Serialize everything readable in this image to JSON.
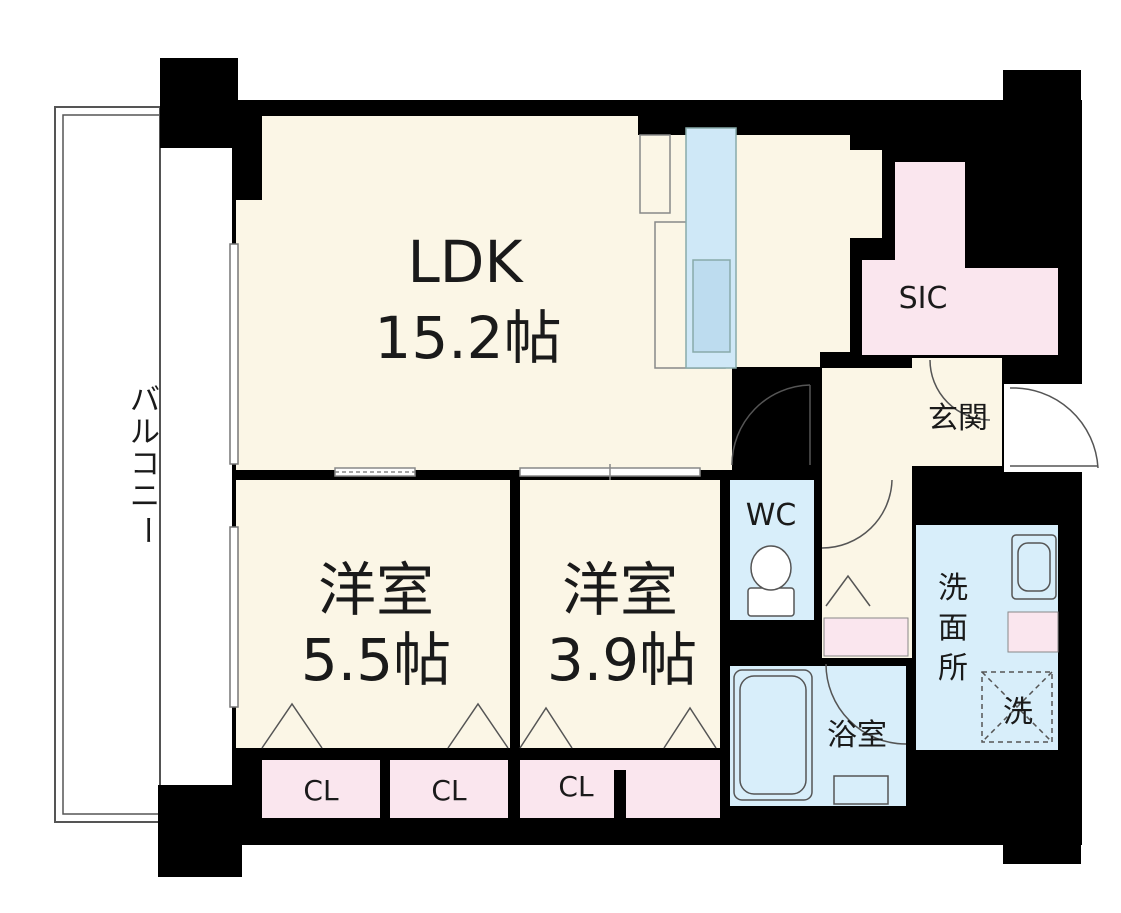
{
  "rooms": {
    "ldk": {
      "name": "LDK",
      "size": "15.2帖"
    },
    "western1": {
      "name": "洋室",
      "size": "5.5帖"
    },
    "western2": {
      "name": "洋室",
      "size": "3.9帖"
    },
    "sic": "SIC",
    "entrance": "玄関",
    "wc": "WC",
    "bath": "浴室",
    "washroom": [
      "洗",
      "面",
      "所"
    ],
    "laundry": "洗",
    "balcony": [
      "バ",
      "ル",
      "コ",
      "ニ",
      "ー"
    ],
    "closets": [
      "CL",
      "CL",
      "CL"
    ]
  },
  "colors": {
    "living": "#fbf6e6",
    "storage": "#fae6ee",
    "wet": "#d8eefa",
    "wall": "#000000"
  }
}
